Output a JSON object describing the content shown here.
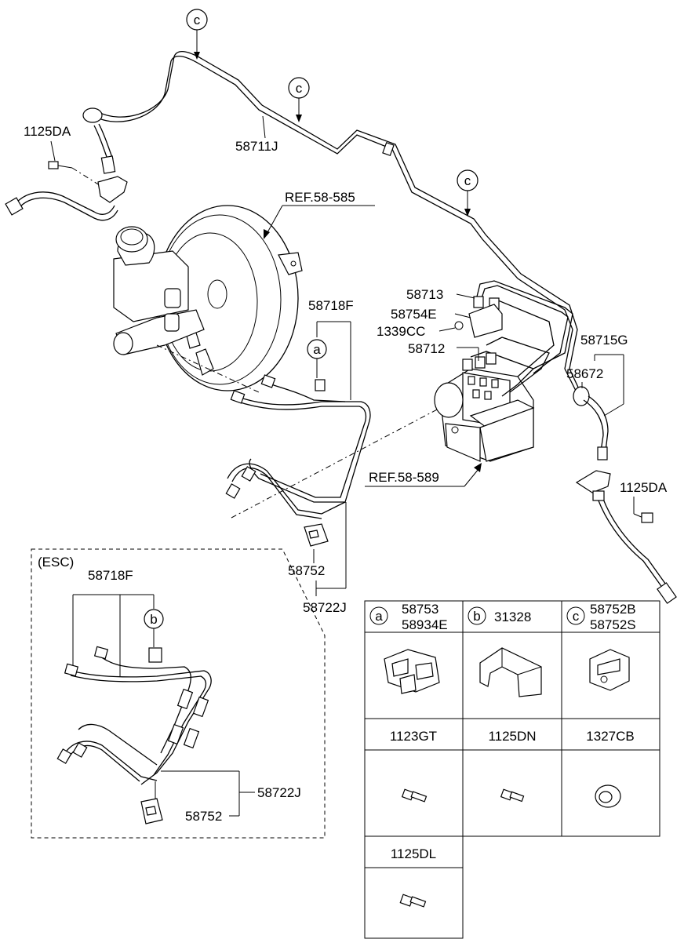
{
  "callouts": {
    "c1": "c",
    "c2": "c",
    "c3": "c",
    "a": "a",
    "b": "b"
  },
  "labels": {
    "p58711J": "58711J",
    "p1125DA_left": "1125DA",
    "ref58585": "REF.58-585",
    "p58718F": "58718F",
    "p58713": "58713",
    "p58754E": "58754E",
    "p1339CC": "1339CC",
    "p58712": "58712",
    "p58715G": "58715G",
    "p58672": "58672",
    "ref58589": "REF.58-589",
    "p1125DA_right": "1125DA",
    "p58752": "58752",
    "p58722J": "58722J"
  },
  "esc": {
    "title": "(ESC)",
    "p58718F": "58718F",
    "b": "b",
    "p58722J": "58722J",
    "p58752": "58752"
  },
  "table": {
    "row1": [
      {
        "letter": "a",
        "parts": [
          "58753",
          "58934E"
        ]
      },
      {
        "letter": "b",
        "parts": [
          "31328"
        ]
      },
      {
        "letter": "c",
        "parts": [
          "58752B",
          "58752S"
        ]
      }
    ],
    "row2": [
      "1123GT",
      "1125DN",
      "1327CB"
    ],
    "row3": [
      "1125DL"
    ]
  }
}
